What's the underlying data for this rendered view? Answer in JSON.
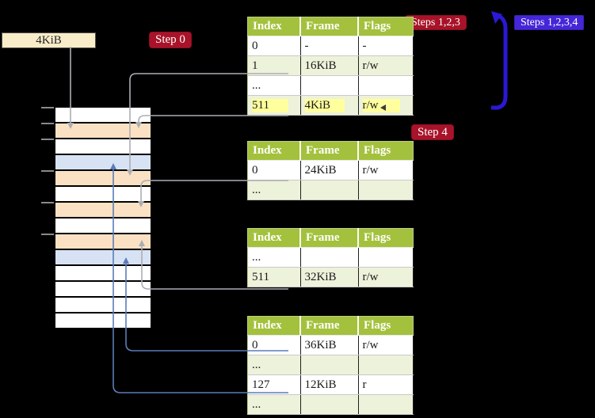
{
  "labels": {
    "frame_box": "4KiB",
    "step0": "Step 0",
    "steps123": "Steps 1,2,3",
    "steps1234": "Steps 1,2,3,4",
    "step4": "Step 4"
  },
  "colors": {
    "background": "#000000",
    "table_header": "#a3c13c",
    "table_row_alt": "#edf2da",
    "highlight": "#ffff9e",
    "badge_red": "#a81329",
    "badge_blue": "#4527d8",
    "box_cream": "#f9edc9",
    "strip_peach": "#fbe1c4",
    "strip_blue": "#d7e3f4",
    "strip_white": "#ffffff",
    "arrow_gray": "#abaeb4",
    "arrow_thin_blue": "#5b7cb8",
    "arrow_thick_blue": "#2b18d4"
  },
  "tables": [
    {
      "name": "page-table-top",
      "headers": [
        "Index",
        "Frame",
        "Flags"
      ],
      "rows": [
        {
          "cells": [
            "0",
            "-",
            "-"
          ],
          "alt": false,
          "highlight": false
        },
        {
          "cells": [
            "1",
            "16KiB",
            "r/w"
          ],
          "alt": true,
          "highlight": false
        },
        {
          "cells": [
            "...",
            "",
            ""
          ],
          "alt": false,
          "highlight": false
        },
        {
          "cells": [
            "511",
            "4KiB",
            "r/w"
          ],
          "alt": true,
          "highlight": true
        }
      ]
    },
    {
      "name": "page-table-second",
      "headers": [
        "Index",
        "Frame",
        "Flags"
      ],
      "rows": [
        {
          "cells": [
            "0",
            "24KiB",
            "r/w"
          ],
          "alt": false,
          "highlight": false
        },
        {
          "cells": [
            "...",
            "",
            ""
          ],
          "alt": true,
          "highlight": false
        }
      ]
    },
    {
      "name": "page-table-third",
      "headers": [
        "Index",
        "Frame",
        "Flags"
      ],
      "rows": [
        {
          "cells": [
            "...",
            "",
            ""
          ],
          "alt": false,
          "highlight": false
        },
        {
          "cells": [
            "511",
            "32KiB",
            "r/w"
          ],
          "alt": true,
          "highlight": false
        }
      ]
    },
    {
      "name": "page-table-fourth",
      "headers": [
        "Index",
        "Frame",
        "Flags"
      ],
      "rows": [
        {
          "cells": [
            "0",
            "36KiB",
            "r/w"
          ],
          "alt": false,
          "highlight": false
        },
        {
          "cells": [
            "...",
            "",
            ""
          ],
          "alt": true,
          "highlight": false
        },
        {
          "cells": [
            "127",
            "12KiB",
            "r"
          ],
          "alt": false,
          "highlight": false
        },
        {
          "cells": [
            "...",
            "",
            ""
          ],
          "alt": true,
          "highlight": false
        }
      ]
    }
  ],
  "memory_strip": {
    "row_colors": [
      "white",
      "peach",
      "white",
      "blue",
      "peach",
      "white",
      "peach",
      "white",
      "peach",
      "blue",
      "white",
      "white",
      "white",
      "white"
    ],
    "tick_ys": [
      135,
      155,
      175,
      215,
      255,
      295
    ]
  },
  "arrows": [
    {
      "name": "frame-box-down-arrow",
      "color": "gray"
    },
    {
      "name": "pt1-entry-1-arrow",
      "color": "gray"
    },
    {
      "name": "pt1-entry-511-arrow",
      "color": "gray"
    },
    {
      "name": "pt2-entry-0-arrow",
      "color": "gray"
    },
    {
      "name": "pt3-entry-511-arrow",
      "color": "gray"
    },
    {
      "name": "pt4-entry-0-arrow",
      "color": "thin-blue"
    },
    {
      "name": "pt4-entry-127-arrow",
      "color": "thin-blue"
    },
    {
      "name": "steps-loop-arrow",
      "color": "thick-blue"
    }
  ]
}
